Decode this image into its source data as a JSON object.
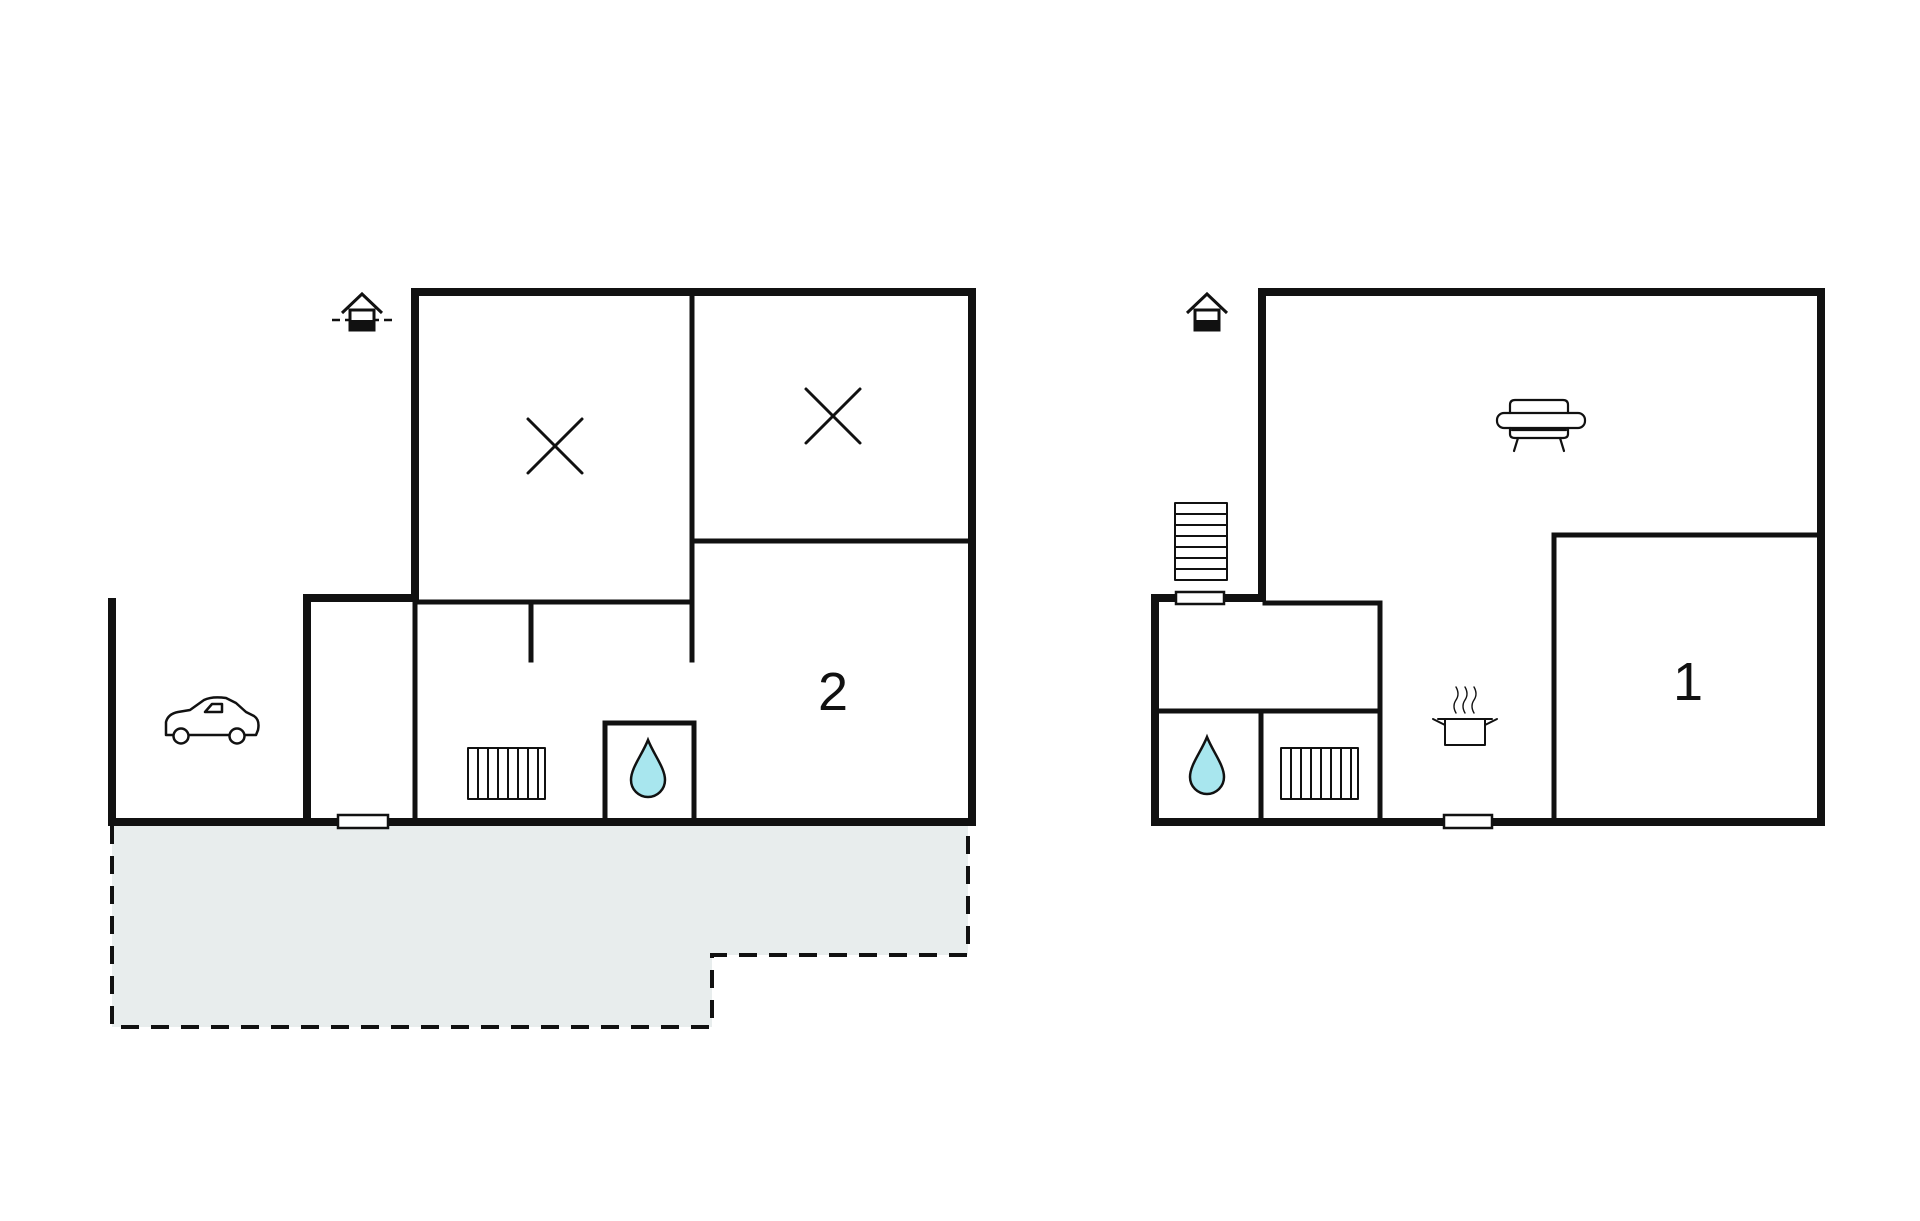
{
  "colors": {
    "wall": "#111111",
    "terrace_fill": "#e8eded",
    "water_drop": "#a8e6ee",
    "background": "#ffffff"
  },
  "floors": [
    {
      "level": "ground-floor",
      "room_label": "2",
      "icons": [
        "entrance-icon",
        "bed-cross-icon",
        "bed-cross-icon",
        "car-icon",
        "radiator-icon",
        "water-drop-icon",
        "window-icon",
        "terrace-area"
      ]
    },
    {
      "level": "upper-floor",
      "room_label": "1",
      "icons": [
        "entrance-icon",
        "staircase-icon",
        "sofa-icon",
        "cooking-pot-icon",
        "water-drop-icon",
        "radiator-icon",
        "window-icon",
        "window-icon"
      ]
    }
  ]
}
